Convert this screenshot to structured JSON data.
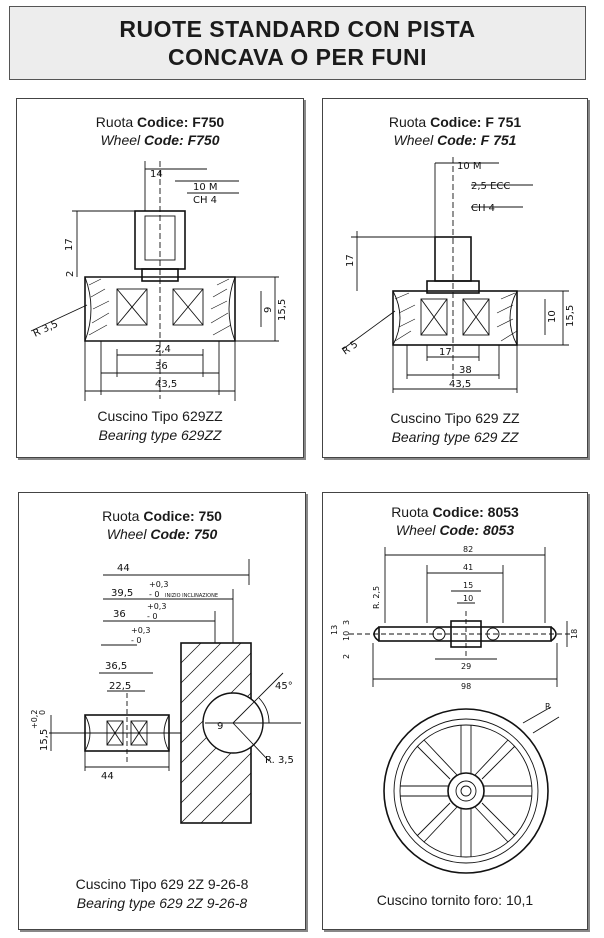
{
  "header": {
    "line1": "RUOTE STANDARD CON PISTA",
    "line2": "CONCAVA O PER FUNI"
  },
  "cards": [
    {
      "ruota_prefix": "Ruota ",
      "codice_label": "Codice: F750",
      "wheel_prefix": "Wheel ",
      "wheel_code": "Code: F750",
      "bearing_it": "Cuscino Tipo 629ZZ",
      "bearing_en": "Bearing type 629ZZ",
      "dims": {
        "d14": "14",
        "m10": "10 M",
        "ch": "CH 4",
        "h17": "17",
        "h2": "2",
        "h9": "9",
        "h155": "15,5",
        "r35": "R 3,5",
        "d24": "2,4",
        "d36": "36",
        "d435": "43,5"
      }
    },
    {
      "ruota_prefix": "Ruota ",
      "codice_label": "Codice: F 751",
      "wheel_prefix": "Wheel ",
      "wheel_code": "Code: F 751",
      "bearing_it": "Cuscino Tipo 629 ZZ",
      "bearing_en": "Bearing type 629 ZZ",
      "dims": {
        "m10": "10 M",
        "ecc": "2,5 ECC",
        "ch": "CH 4",
        "h17": "17",
        "r5": "R 5",
        "h10": "10",
        "h155": "15,5",
        "d17": "17",
        "d38": "38",
        "d435": "43,5"
      }
    },
    {
      "ruota_prefix": "Ruota ",
      "codice_label": "Codice: 750",
      "wheel_prefix": "Wheel ",
      "wheel_code": "Code: 750",
      "bearing_it": "Cuscino Tipo 629 2Z 9-26-8",
      "bearing_en": "Bearing type 629 2Z 9-26-8",
      "dims": {
        "d44": "44",
        "d395": "39,5",
        "tol03": "+0,3",
        "tol0": "- 0",
        "inizio": "INIZIO INCLINAZIONE",
        "d36": "36",
        "d365": "36,5",
        "d225": "22,5",
        "d44b": "44",
        "h155": "15,5",
        "tol02": "+0,2",
        "tol0b": "0",
        "ang45": "45°",
        "r35": "R. 3,5"
      }
    },
    {
      "ruota_prefix": "Ruota ",
      "codice_label": "Codice: 8053",
      "wheel_prefix": "Wheel ",
      "wheel_code": "Code: 8053",
      "bearing_it": "Cuscino tornito foro: 10,1",
      "dims": {
        "d82": "82",
        "d41": "41",
        "d15": "15",
        "d10": "10",
        "r25": "R. 2,5",
        "h13": "13",
        "h3": "3",
        "h10": "10",
        "h2": "2",
        "h18": "18",
        "d29": "29",
        "d98": "98"
      }
    }
  ]
}
